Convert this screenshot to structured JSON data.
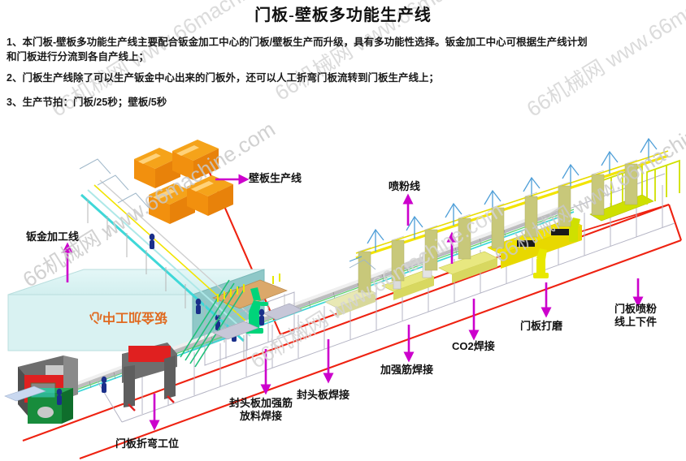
{
  "header": {
    "title": "门板-壁板多功能生产线",
    "paragraphs": [
      "1、本门板-壁板多功能生产线主要配合钣金加工中心的门板/壁板生产而升级，具有多功能性选择。钣金加工中心可根据生产线计划",
      "和门板进行分流到各自产线上；",
      "2、门板生产线除了可以生产钣金中心出来的门板外，还可以人工折弯门板流转到门板生产线上；",
      "3、生产节拍：门板/25秒；壁板/5秒"
    ]
  },
  "watermarks": {
    "text_cn": "66机械网",
    "text_url": "www.66machine.com",
    "full": "66机械网 www.66machine.com"
  },
  "diagram": {
    "machine_box_label": "钣金加工中心",
    "callouts": [
      {
        "id": "sheet-metal-line",
        "label": "钣金加工线",
        "arrow": "up"
      },
      {
        "id": "wall-panel-line",
        "label": "壁板生产线",
        "arrow": "right"
      },
      {
        "id": "powder-coating-line",
        "label": "喷粉线",
        "arrow": "up"
      },
      {
        "id": "door-bending-station",
        "label": "门板折弯工位",
        "arrow": "down"
      },
      {
        "id": "head-plate-rib-feed-weld",
        "label": "封头板加强筋\n放料焊接",
        "line1": "封头板加强筋",
        "line2": "放料焊接",
        "arrow": "down"
      },
      {
        "id": "head-plate-welding",
        "label": "封头板焊接",
        "arrow": "down"
      },
      {
        "id": "rib-welding",
        "label": "加强筋焊接",
        "arrow": "down"
      },
      {
        "id": "co2-welding",
        "label": "CO2焊接",
        "arrow": "down"
      },
      {
        "id": "door-grinding",
        "label": "门板打磨",
        "arrow": "down"
      },
      {
        "id": "door-powder-load-unload",
        "line1": "门板喷粉",
        "line2": "线上下件",
        "label": "门板喷粉线上下件",
        "arrow": "down"
      }
    ]
  },
  "colors": {
    "arrow": "#cc00cc",
    "boundary": "#ee2211",
    "overhead_rail": "#f2e400",
    "box_fill": "#d6f2f2",
    "box_side": "#8fc8c8",
    "box_text": "#e06a20",
    "machine_red": "#e02020",
    "machine_green": "#188c3c",
    "machine_yellow": "#e8e800",
    "panel_orange": "#f5a31a",
    "conveyor_cyan": "#3fd8d8",
    "robot_green": "#00d47a",
    "hanging_panel": "#c8c87a",
    "worker_blue": "#1a2f8a",
    "watermark": "#c9c9c9"
  }
}
